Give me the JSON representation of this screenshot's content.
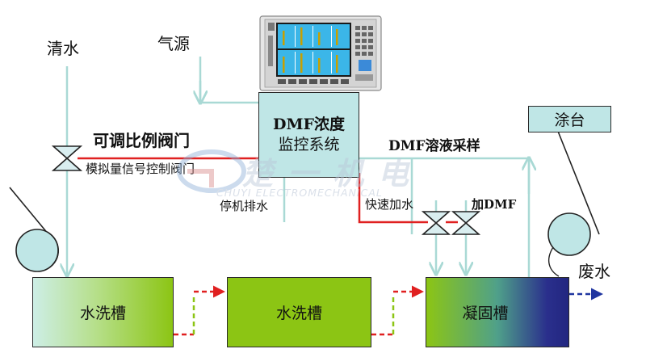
{
  "labels": {
    "clean_water": "清水",
    "air_source": "气源",
    "prop_valve": "可调比例阀门",
    "analog_valve": "模拟量信号控制阀门",
    "dmf_sampling": "DMF溶液采样",
    "stop_drain": "停机排水",
    "fast_water": "快速加水",
    "add_dmf": "加DMF",
    "waste_water": "废水"
  },
  "controller": {
    "line1": "DMF浓度",
    "line2": "监控系统"
  },
  "tanks": {
    "wash1": "水洗槽",
    "wash2": "水洗槽",
    "coag": "凝固槽"
  },
  "coating_table": "涂台",
  "watermark": {
    "cn": "楚一机电",
    "en": "CHUYI ELECTROMECHANICAL"
  },
  "colors": {
    "pipe": "#a9d9d5",
    "signal": "#e02020",
    "flow_red": "#e02020",
    "flow_green": "#8cc514",
    "waste_blue": "#2035a0"
  }
}
